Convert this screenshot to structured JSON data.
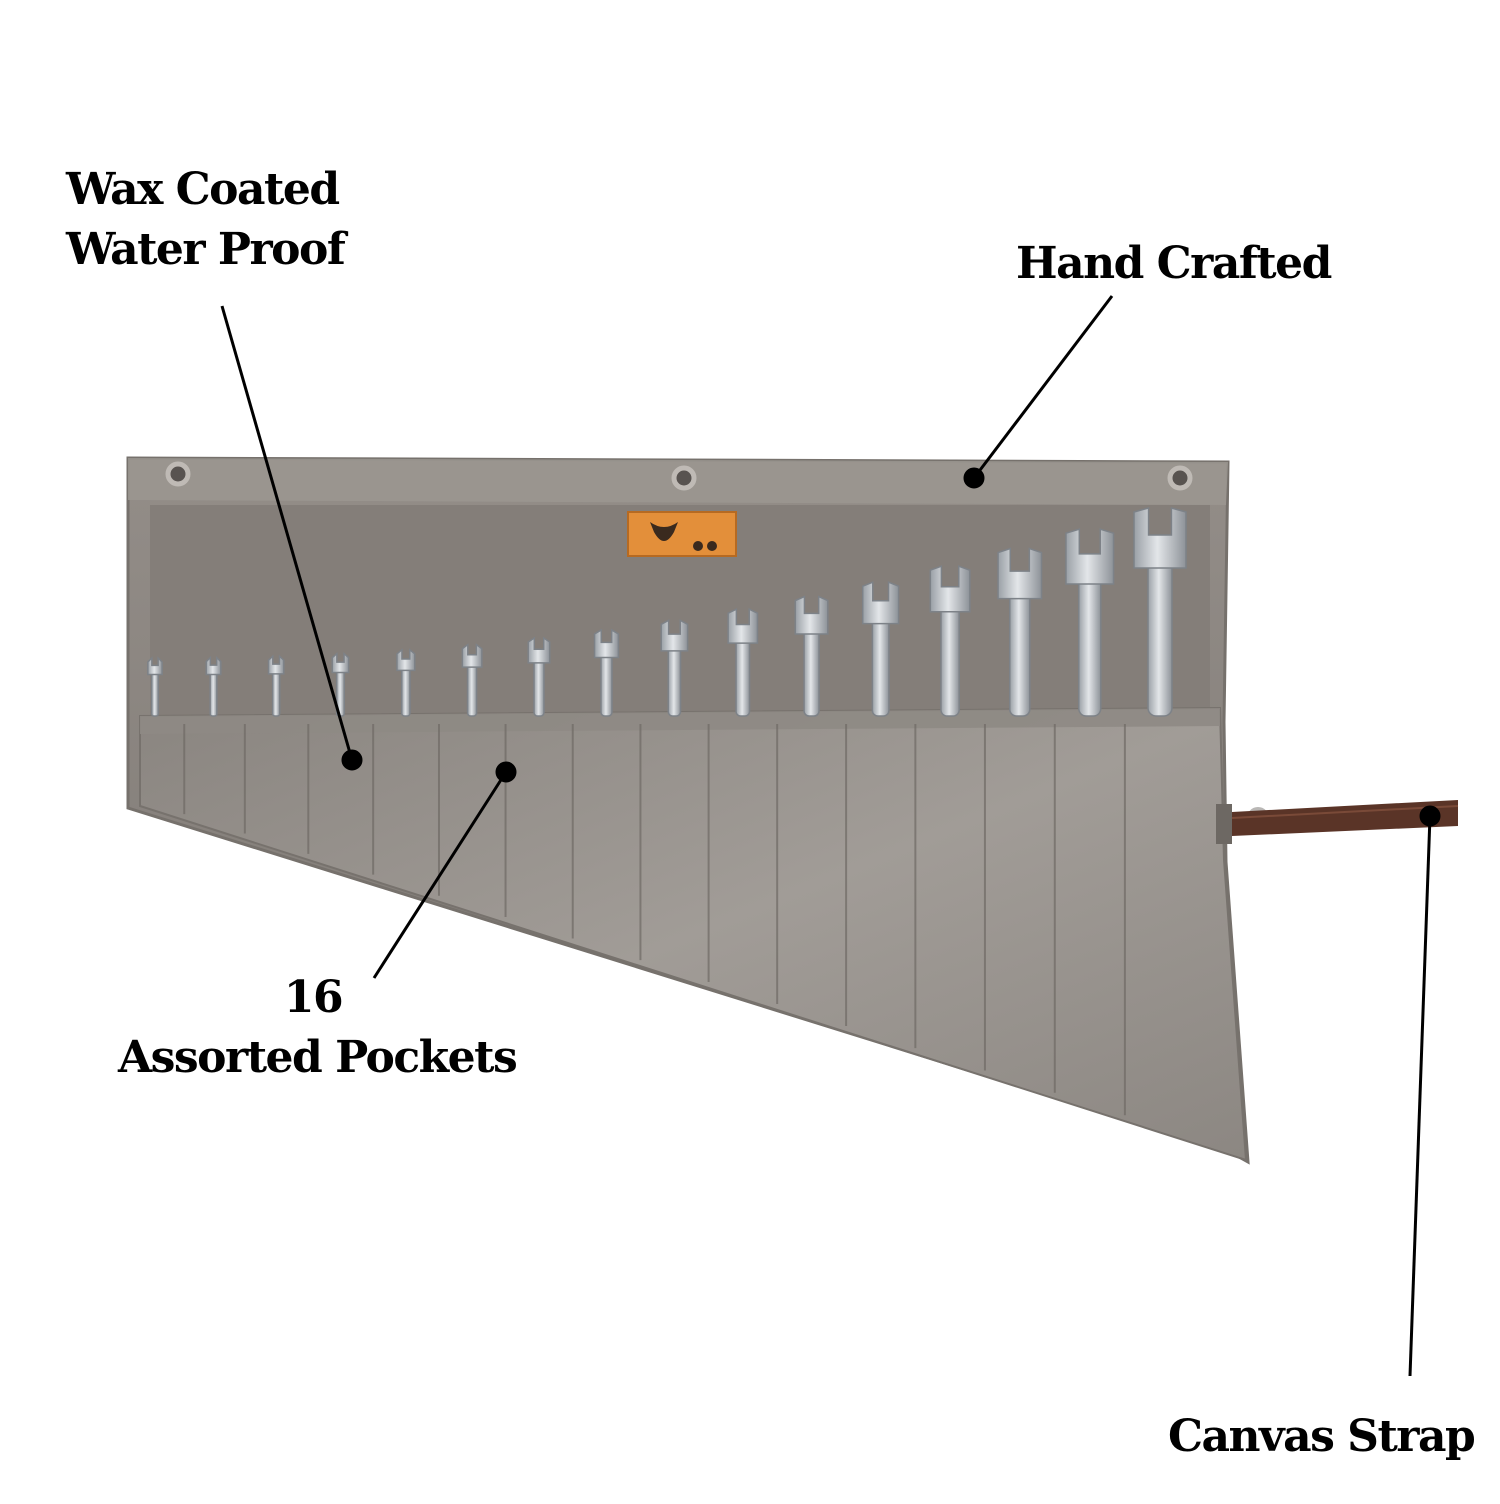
{
  "callouts": {
    "wax_line1": "Wax Coated",
    "wax_line2": "Water Proof",
    "hand_crafted": "Hand Crafted",
    "pockets_count": "16",
    "pockets_label": "Assorted Pockets",
    "canvas_strap": "Canvas Strap"
  },
  "colors": {
    "canvas": "#8f8a85",
    "canvas_light": "#a09b96",
    "canvas_dark": "#6e6964",
    "steel": "#c9ccd0",
    "strap": "#5a3427",
    "logo_patch": "#e38f3a",
    "text": "#000000"
  },
  "wrench_count": 16
}
